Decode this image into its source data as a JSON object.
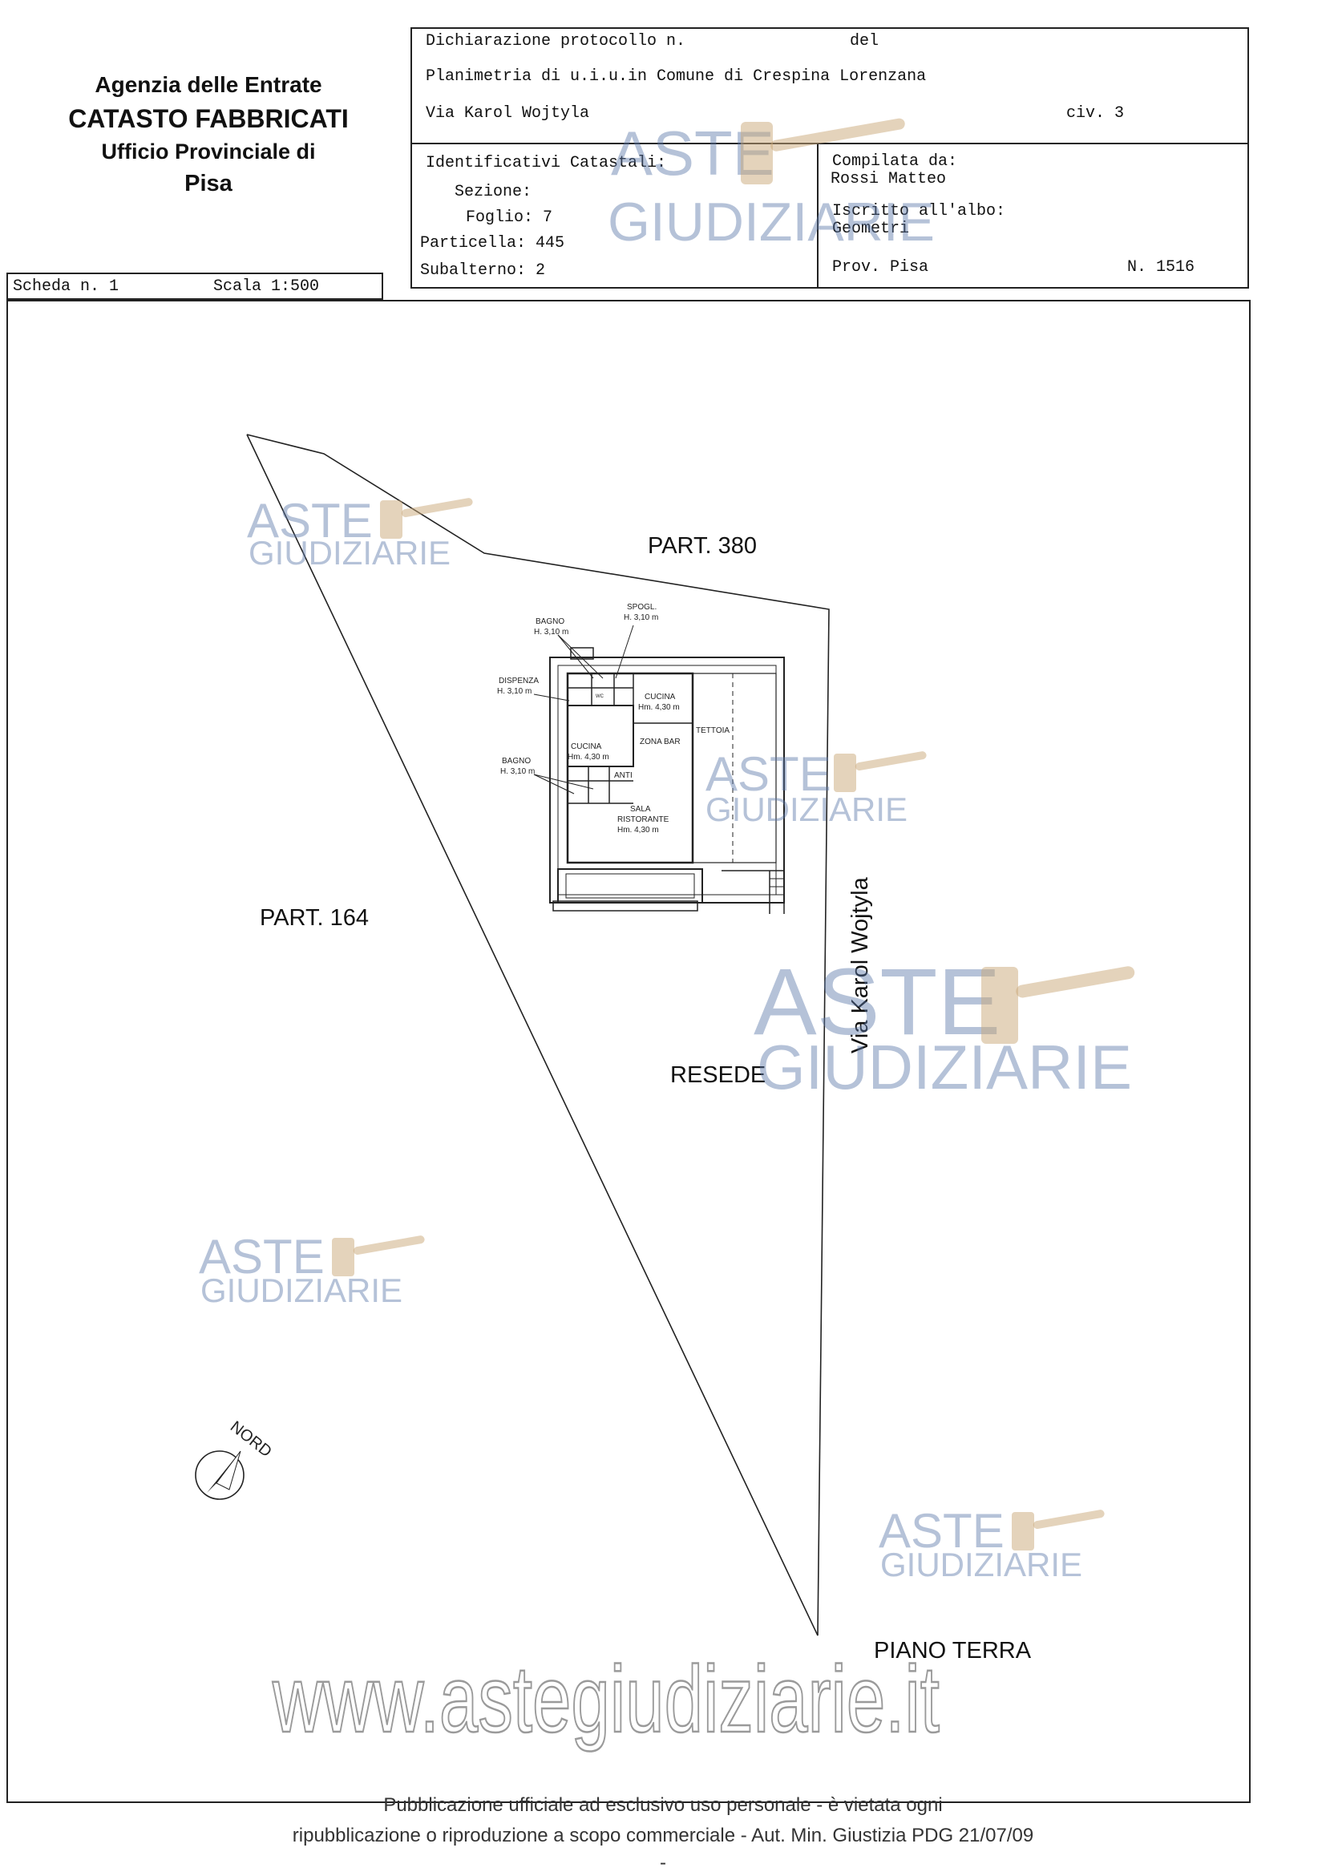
{
  "agency": {
    "line1": "Agenzia delle Entrate",
    "line2": "CATASTO FABBRICATI",
    "line3": "Ufficio Provinciale di",
    "line4": "Pisa"
  },
  "header": {
    "protocol_label": "Dichiarazione protocollo n.",
    "del_label": "del",
    "planimetria": "Planimetria di u.i.u.in Comune di Crespina Lorenzana",
    "address": "Via Karol Wojtyla",
    "civ": "civ. 3",
    "identificativi_label": "Identificativi Catastali:",
    "sezione_label": "Sezione:",
    "foglio": "Foglio: 7",
    "particella": "Particella: 445",
    "subalterno": "Subalterno: 2",
    "compilata_label": "Compilata da:",
    "compilata_name": "Rossi Matteo",
    "iscritto_label": "Iscritto all'albo:",
    "iscritto_value": "Geometri",
    "prov": "Prov. Pisa",
    "numero": "N. 1516"
  },
  "scheda": {
    "number": "Scheda n. 1",
    "scale": "Scala 1:500"
  },
  "plan": {
    "part_380": "PART. 380",
    "part_164": "PART. 164",
    "resede": "RESEDE",
    "street": "Via Karol Wojtyla",
    "piano": "PIANO TERRA",
    "nord": "NORD",
    "rooms": {
      "bagno_top": "BAGNO",
      "bagno_top_h": "H. 3,10 m",
      "spogl": "SPOGL.",
      "spogl_h": "H. 3,10 m",
      "dispenza": "DISPENZA",
      "dispenza_h": "H. 3,10 m",
      "cucina_right": "CUCINA",
      "cucina_right_h": "Hm. 4,30 m",
      "cucina_left": "CUCINA",
      "cucina_left_h": "Hm. 4,30 m",
      "zona_bar": "ZONA BAR",
      "tettoia": "TETTOIA",
      "bagno_bottom": "BAGNO",
      "bagno_bottom_h": "H. 3,10 m",
      "anti": "ANTI",
      "sala_1": "SALA",
      "sala_2": "RISTORANTE",
      "sala_h": "Hm. 4,30 m",
      "wc": "WC"
    }
  },
  "watermark": {
    "aste": "ASTE",
    "giudiziarie": "GIUDIZIARIE",
    "website": "www.astegiudiziarie.it"
  },
  "footer": {
    "line1": "Pubblicazione ufficiale ad esclusivo uso personale - è vietata ogni",
    "line2": "ripubblicazione o riproduzione a scopo commerciale - Aut. Min. Giustizia PDG 21/07/09",
    "line3": "-"
  }
}
